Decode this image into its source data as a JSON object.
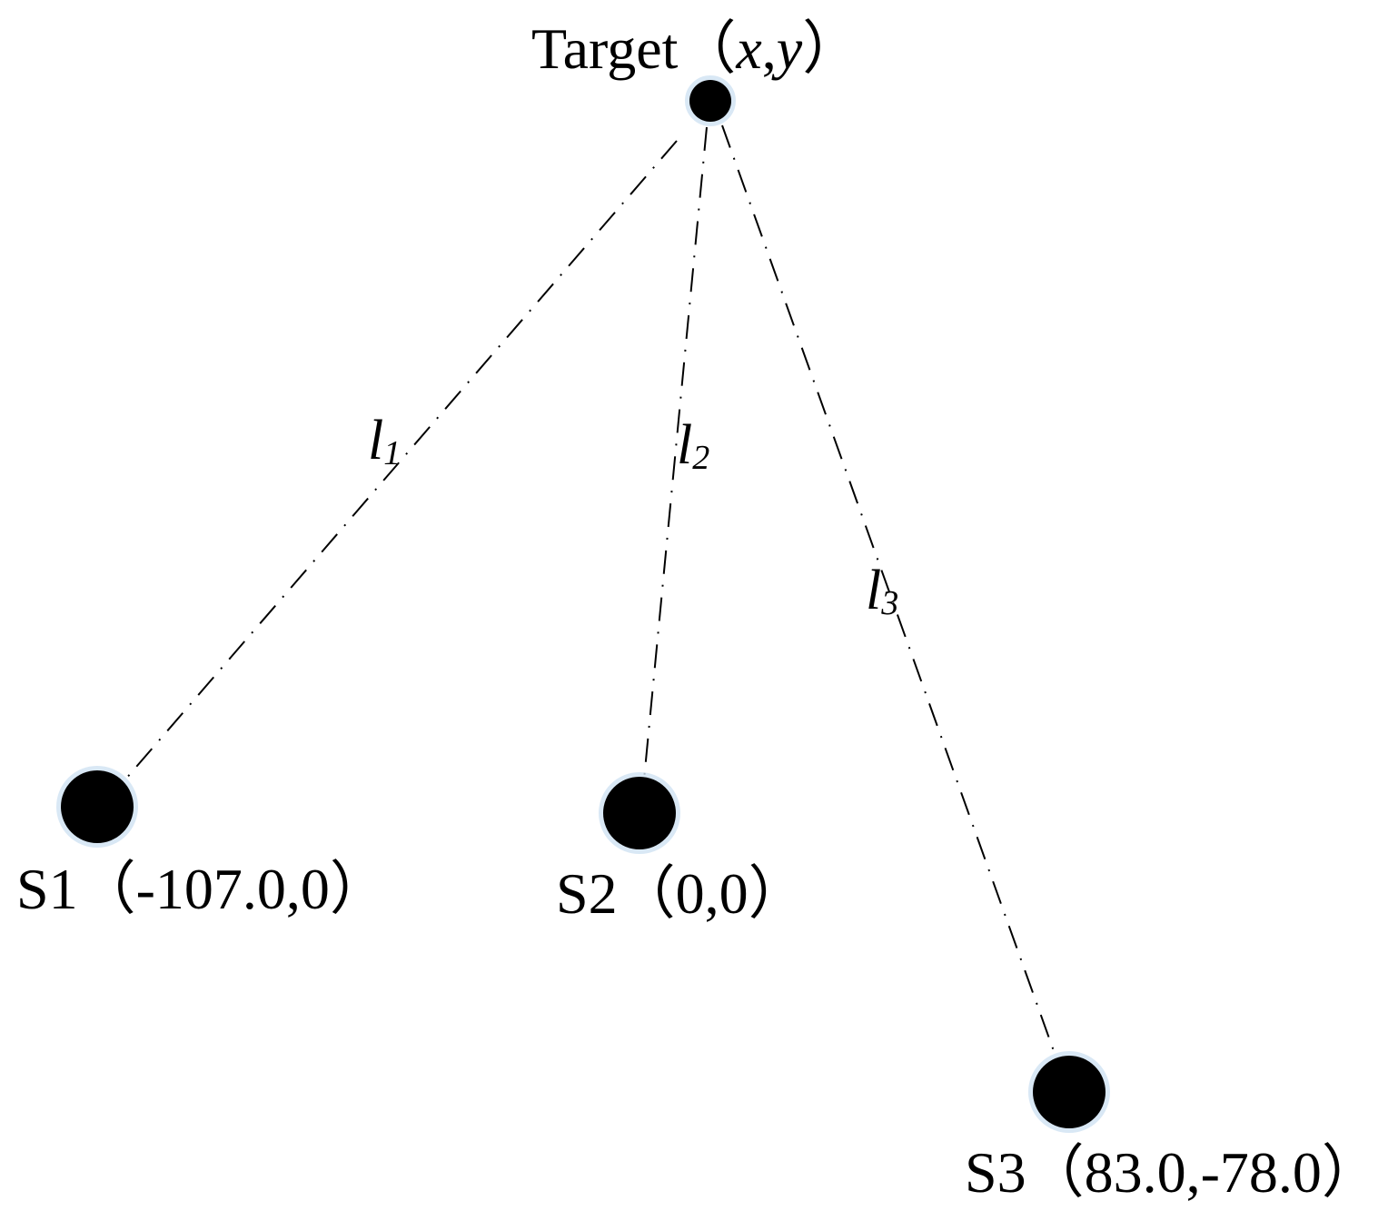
{
  "target": {
    "name": "Target",
    "coords": "（x,y）",
    "coords_open": "（",
    "coords_x": "x",
    "coords_sep": ",",
    "coords_y": "y",
    "coords_close": "）"
  },
  "sensors": [
    {
      "name": "S1",
      "coords": "（-107.0,0）",
      "x": -107.0,
      "y": 0
    },
    {
      "name": "S2",
      "coords": "（0,0）",
      "x": 0,
      "y": 0
    },
    {
      "name": "S3",
      "coords": "（83.0,-78.0）",
      "x": 83.0,
      "y": -78.0
    }
  ],
  "links": [
    {
      "symbol": "l",
      "index": "1"
    },
    {
      "symbol": "l",
      "index": "2"
    },
    {
      "symbol": "l",
      "index": "3"
    }
  ],
  "colors": {
    "node": "#000000",
    "line": "#000000",
    "halo": "#cfe2f3"
  }
}
